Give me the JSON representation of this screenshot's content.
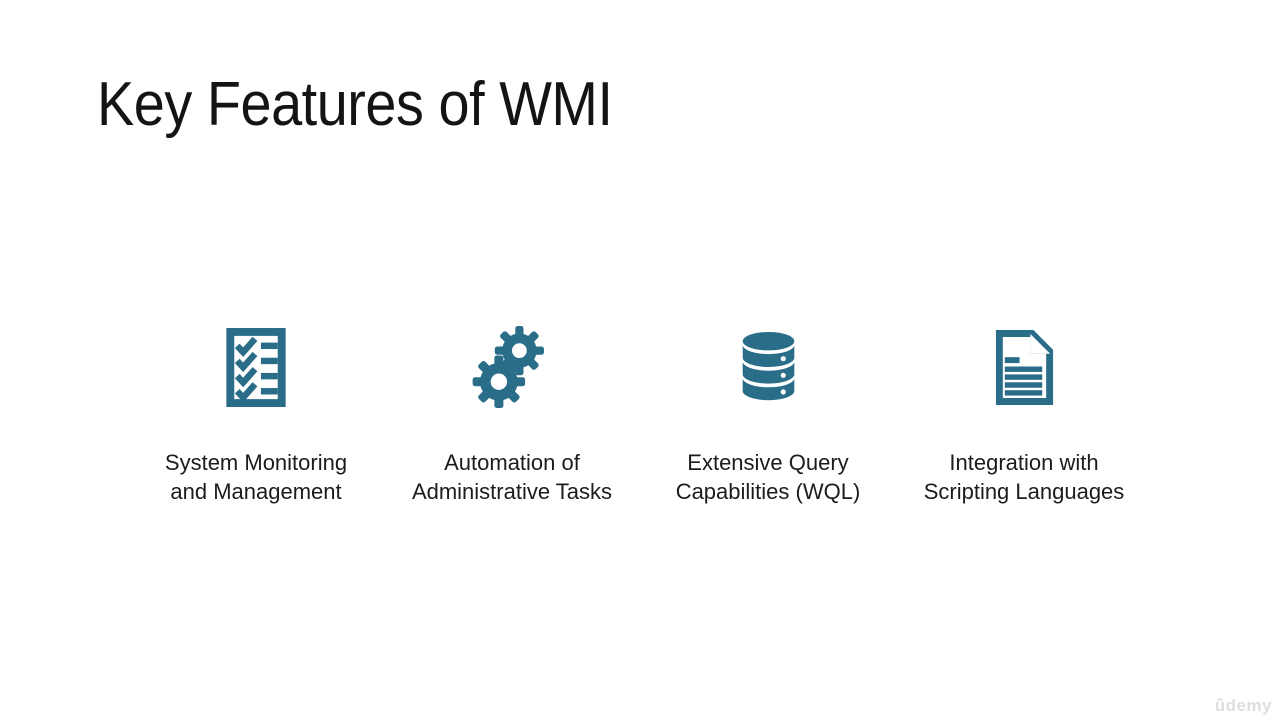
{
  "slide": {
    "title": "Key Features of WMI",
    "features": [
      {
        "icon": "checklist-icon",
        "line1": "System Monitoring",
        "line2": "and Management"
      },
      {
        "icon": "gears-icon",
        "line1": "Automation of",
        "line2": "Administrative Tasks"
      },
      {
        "icon": "database-icon",
        "line1": "Extensive Query",
        "line2": "Capabilities (WQL)"
      },
      {
        "icon": "document-icon",
        "line1": "Integration with",
        "line2": "Scripting Languages"
      }
    ],
    "watermark": "ûdemy",
    "colors": {
      "icon_teal": "#2A6D88",
      "title_text": "#141414",
      "label_text": "#1c1c1c",
      "watermark": "#dedede",
      "background": "#ffffff"
    }
  }
}
